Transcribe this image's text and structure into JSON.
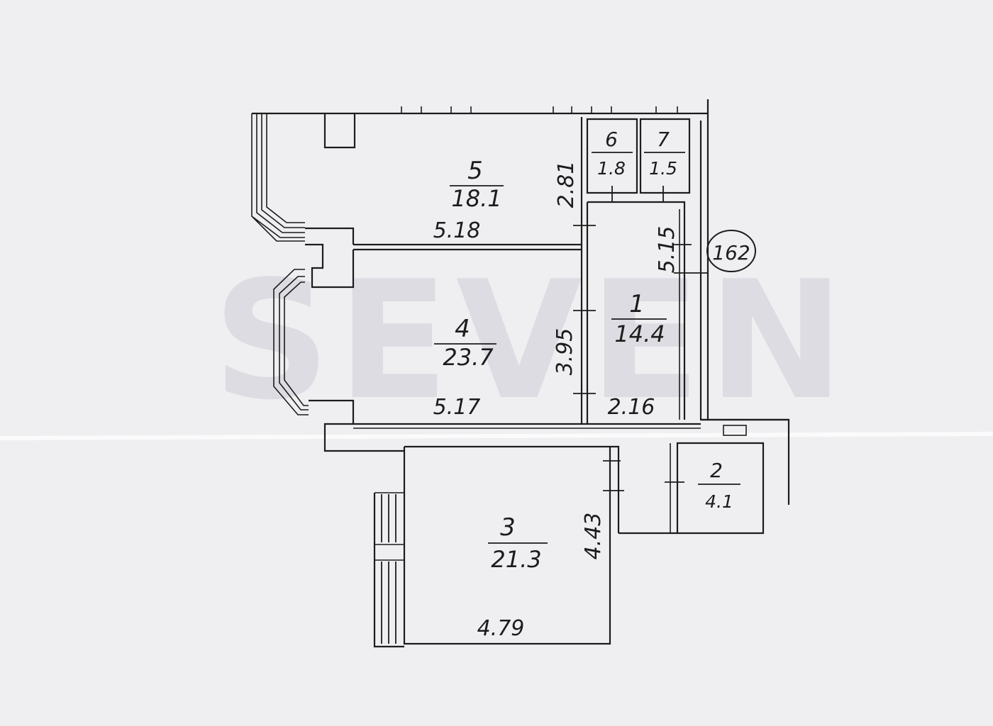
{
  "watermark": "SEVEN",
  "building_number": "162",
  "rooms": [
    {
      "id": "room-1",
      "number": "1",
      "area": "14.4"
    },
    {
      "id": "room-2",
      "number": "2",
      "area": "4.1"
    },
    {
      "id": "room-3",
      "number": "3",
      "area": "21.3"
    },
    {
      "id": "room-4",
      "number": "4",
      "area": "23.7"
    },
    {
      "id": "room-5",
      "number": "5",
      "area": "18.1"
    },
    {
      "id": "room-6",
      "number": "6",
      "area": "1.8"
    },
    {
      "id": "room-7",
      "number": "7",
      "area": "1.5"
    }
  ],
  "dimensions": {
    "room5_width": "5.18",
    "room5_depth": "2.81",
    "room4_width": "5.17",
    "room4_depth": "3.95",
    "hall_length": "5.15",
    "hall_width": "2.16",
    "room3_depth": "4.43",
    "room3_width": "4.79"
  }
}
